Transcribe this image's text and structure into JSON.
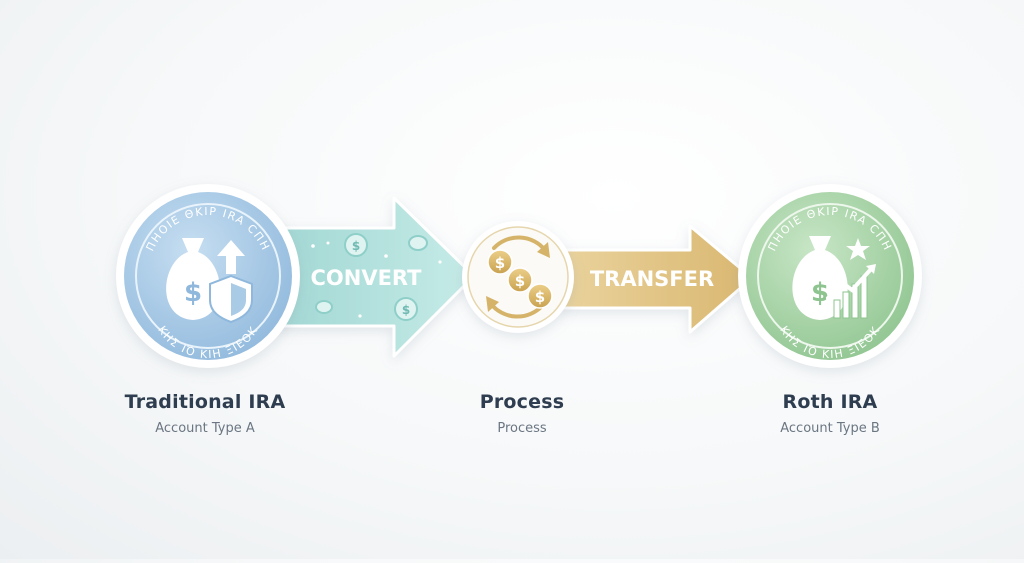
{
  "diagram": {
    "steps": [
      {
        "title": "Traditional IRA",
        "subtitle": "Account Type A",
        "ring_text_top": "ΠΗΟΙΕ ΘΚΙΡ IRA CΠΗ",
        "ring_text_bottom": "ΚΗΣ ΙΌ ΚΙΗ ΞΙΕΟΚ"
      },
      {
        "title": "Process",
        "subtitle": "Process"
      },
      {
        "title": "Roth IRA",
        "subtitle": "Account Type B",
        "ring_text_top": "ΠΗΟΙΕ ΘΚΙΡ IRA CΠΗ",
        "ring_text_bottom": "ΚΗΣ ΙΌ ΚΙΗ ΞΙΕΟΚ"
      }
    ],
    "arrows": [
      {
        "label": "CONVERT"
      },
      {
        "label": "TRANSFER"
      }
    ],
    "colors": {
      "traditional": "#a9cbe6",
      "convert_arrow": "#b4e0dc",
      "process": "#e7c98c",
      "transfer_arrow": "#e3c888",
      "roth": "#a9d4a9",
      "title_text": "#2e3d4f",
      "subtitle_text": "#6b7682"
    },
    "icons": {
      "traditional": "money-bag-shield-icon",
      "process": "coins-cycle-icon",
      "roth": "money-bag-growth-chart-icon"
    }
  }
}
